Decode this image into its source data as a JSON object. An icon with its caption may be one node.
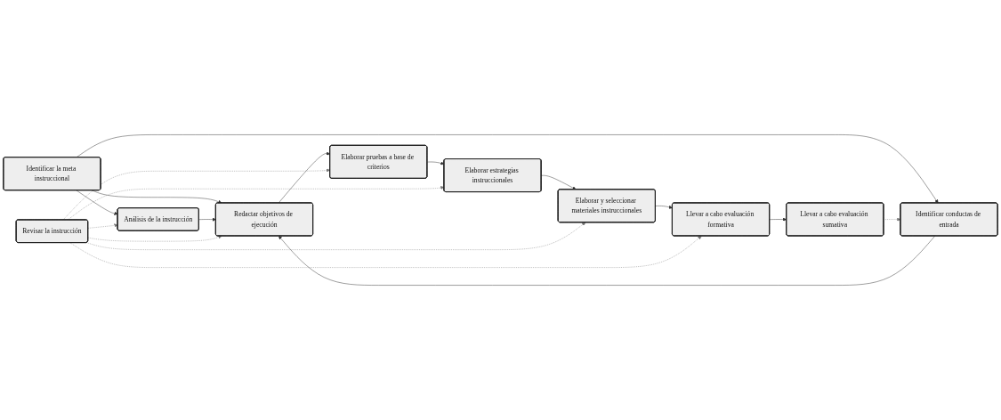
{
  "diagram": {
    "nodes": [
      {
        "text": [
          "Análisis de la instrucción"
        ]
      },
      {
        "text": [
          "Revisar la instrucción"
        ]
      },
      {
        "text": [
          "Identificar la meta instruccional"
        ]
      },
      {
        "text": [
          "Redactar objetivos de ejecución"
        ]
      },
      {
        "text": [
          "Elaborar pruebas a base de criterios"
        ]
      },
      {
        "text": [
          "Elaborar estrategias instruccionales"
        ]
      },
      {
        "text": [
          "Elaborar y seleccionar materiales instruccionales"
        ]
      },
      {
        "text": [
          "Llevar a cabo evaluación formativa"
        ]
      },
      {
        "text": [
          "Identificar conductas de entrada"
        ]
      },
      {
        "text": [
          "Llevar a cabo evaluación sumativa"
        ]
      }
    ],
    "edges": [
      {
        "from": 2,
        "to": 0,
        "arrow": "to"
      },
      {
        "from": 2,
        "to": 3,
        "arrow": "to"
      },
      {
        "from": 2,
        "to": 8,
        "arrow": "to"
      },
      {
        "from": 0,
        "to": 3,
        "arrow": "to"
      },
      {
        "from": 8,
        "to": 3,
        "arrow": "to"
      },
      {
        "from": 3,
        "to": 4,
        "arrow": "to"
      },
      {
        "from": 4,
        "to": 5,
        "arrow": "to"
      },
      {
        "from": 5,
        "to": 6,
        "arrow": "to"
      },
      {
        "from": 6,
        "to": 7,
        "arrow": "to"
      },
      {
        "from": 7,
        "to": 9,
        "arrow": "to"
      },
      {
        "from": 9,
        "to": 8,
        "arrow": "to",
        "style": "dashed"
      },
      {
        "from": 1,
        "to": 0,
        "arrow": "to",
        "style": "dashed"
      },
      {
        "from": 1,
        "to": 3,
        "arrow": "to",
        "style": "dashed"
      },
      {
        "from": 1,
        "to": 4,
        "arrow": "to",
        "style": "dashed"
      },
      {
        "from": 1,
        "to": 5,
        "arrow": "to",
        "style": "dashed"
      },
      {
        "from": 1,
        "to": 6,
        "arrow": "to",
        "style": "dashed"
      },
      {
        "from": 1,
        "to": 7,
        "arrow": "to",
        "style": "dashed"
      }
    ]
  }
}
